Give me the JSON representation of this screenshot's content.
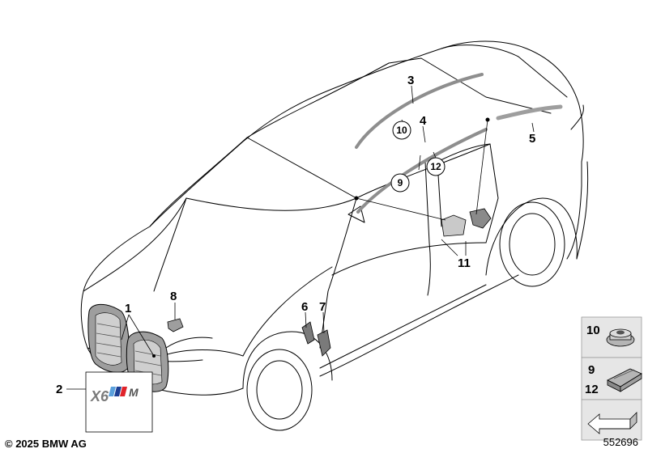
{
  "copyright": "© 2025 BMW AG",
  "diagram_id": "552696",
  "callouts": {
    "c1": "1",
    "c2": "2",
    "c3": "3",
    "c4": "4",
    "c5": "5",
    "c6": "6",
    "c7": "7",
    "c8": "8",
    "c9": "9",
    "c10": "10",
    "c11": "11",
    "c12": "12"
  },
  "legend": {
    "kit_a": "10",
    "kit_b_top": "9",
    "kit_b_bottom": "12"
  },
  "badge": {
    "model": "X6",
    "brand_letter": "M"
  },
  "colors": {
    "line": "#000000",
    "part_fill": "#bdbdbd",
    "part_dark": "#7a7a7a",
    "legend_bg": "#e6e6e6",
    "m_blue_light": "#5aa0dc",
    "m_blue_dark": "#1c3f94",
    "m_red": "#e0232a"
  }
}
